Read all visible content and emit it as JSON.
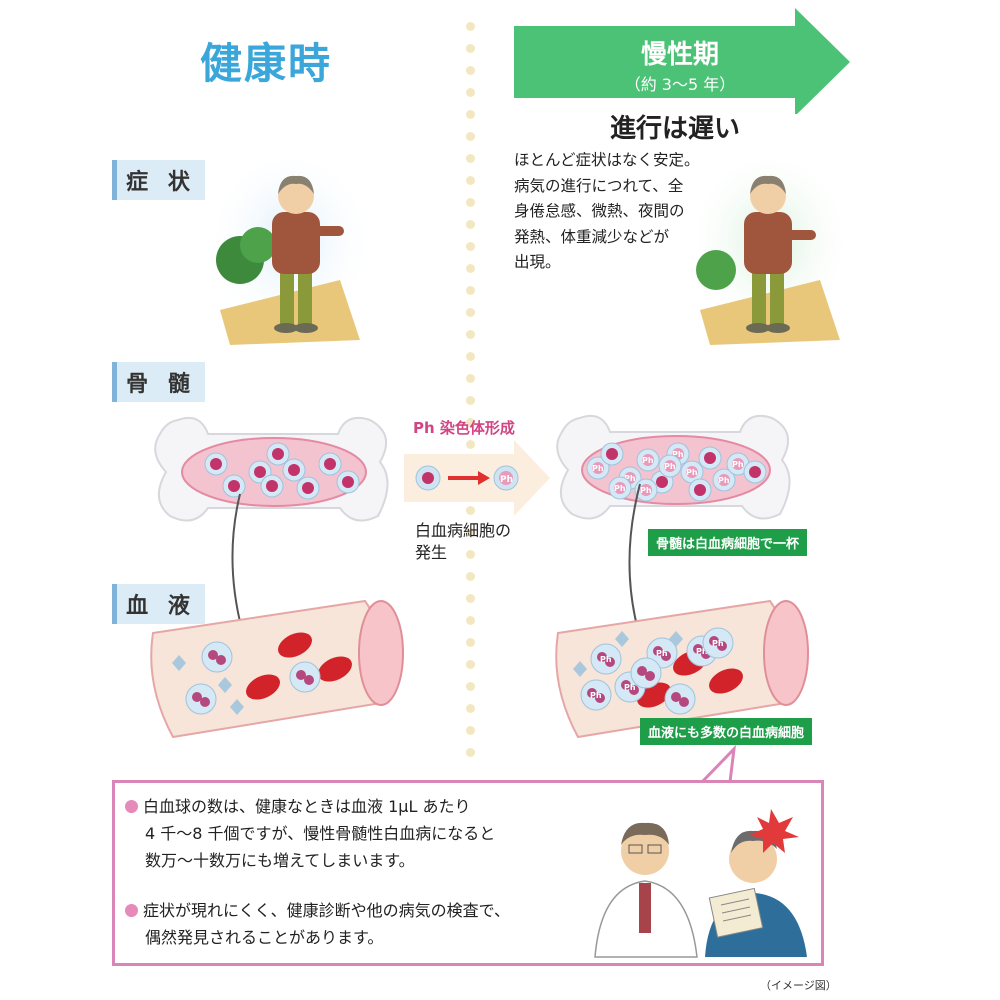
{
  "healthy": {
    "title": "健康時"
  },
  "chronic": {
    "title": "慢性期",
    "duration": "（約 3〜5 年）",
    "progress_title": "進行は遅い"
  },
  "rows": {
    "symptoms": "症 状",
    "bone_marrow": "骨 髄",
    "blood": "血 液"
  },
  "symptoms_description": [
    "ほとんど症状はなく安定。",
    "病気の進行につれて、全",
    "身倦怠感、微熱、夜間の",
    "発熱、体重減少などが",
    "出現。"
  ],
  "transition": {
    "ph_label": "Ph 染色体形成",
    "onset_line1": "白血病細胞の",
    "onset_line2": "発生",
    "cell_text": "Ph"
  },
  "tags": {
    "marrow_full": "骨髄は白血病細胞で一杯",
    "blood_many": "血液にも多数の白血病細胞"
  },
  "notes": [
    [
      "白血球の数は、健康なときは血液 1μL あたり",
      "4 千〜8 千個ですが、慢性骨髄性白血病になると",
      "数万〜十数万にも増えてしまいます。"
    ],
    [
      "症状が現れにくく、健康診断や他の病気の検査で、",
      "偶然発見されることがあります。"
    ]
  ],
  "caption": "（イメージ図）",
  "colors": {
    "healthy_title": "#3aa6d9",
    "arrow_green": "#4cc276",
    "tag_green": "#1f9e4a",
    "pink": "#d24585",
    "box_border": "#d985b8"
  }
}
